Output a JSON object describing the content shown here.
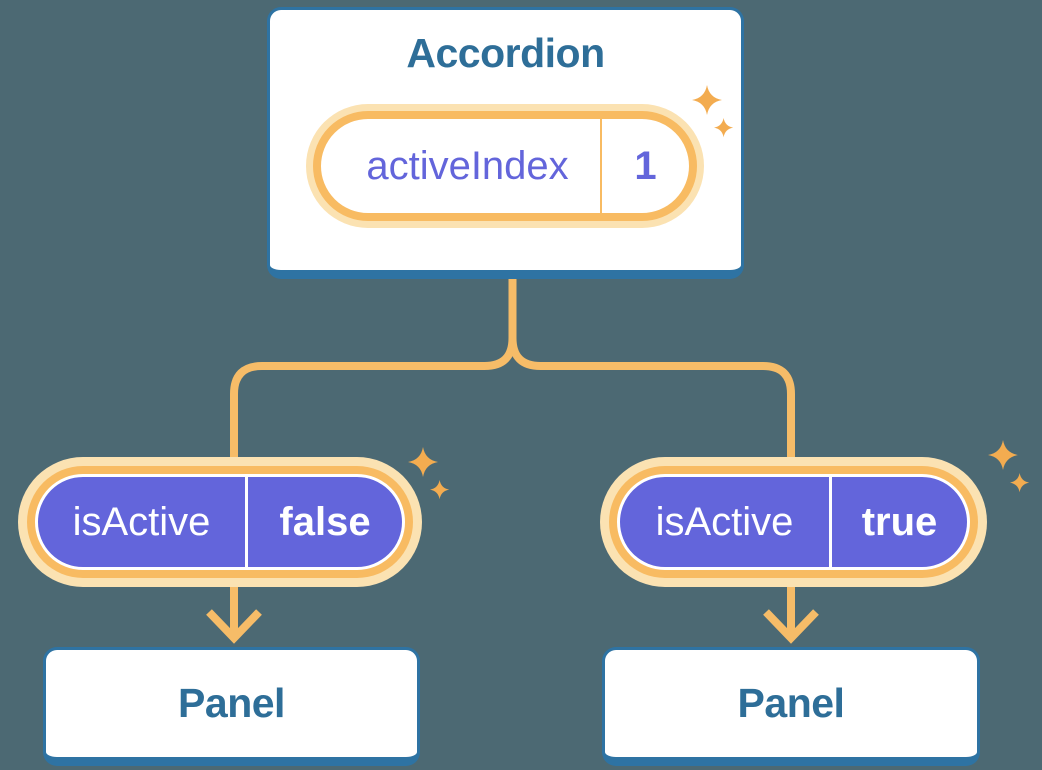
{
  "colors": {
    "background": "#4C6973",
    "box_bg": "#FFFFFF",
    "box_border": "#2E73A3",
    "box_text": "#2E6E98",
    "state_purple": "#6365DB",
    "ring_orange": "#F8BB62",
    "line_orange": "#F6BC68",
    "glow_cream": "#FBE2B2",
    "sparkle_orange": "#F3AC50",
    "text_white": "#FFFFFF"
  },
  "accordion": {
    "title": "Accordion",
    "state": {
      "name": "activeIndex",
      "value": "1"
    }
  },
  "children": [
    {
      "prop": {
        "name": "isActive",
        "value": "false"
      },
      "panel_label": "Panel"
    },
    {
      "prop": {
        "name": "isActive",
        "value": "true"
      },
      "panel_label": "Panel"
    }
  ],
  "diagram": {
    "type": "tree",
    "root": "Accordion",
    "edges": [
      [
        "Accordion",
        "Panel"
      ],
      [
        "Accordion",
        "Panel"
      ]
    ]
  },
  "icons": {
    "sparkle": "four-point-star"
  }
}
